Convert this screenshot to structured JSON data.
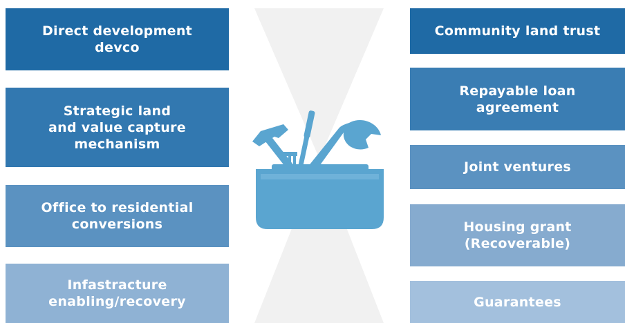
{
  "left_boxes": [
    {
      "label": "Direct development\ndevco"
    },
    {
      "label": "Strategic land\nand value capture\nmechanism"
    },
    {
      "label": "Office to residential\nconversions"
    },
    {
      "label": "Infastracture\nenabling/recovery"
    }
  ],
  "right_boxes": [
    {
      "label": "Community land trust"
    },
    {
      "label": "Repayable loan\nagreement"
    },
    {
      "label": "Joint ventures"
    },
    {
      "label": "Housing grant\n(Recoverable)"
    },
    {
      "label": "Guarantees"
    }
  ],
  "center_icon": {
    "name": "toolbox-icon",
    "color": "#5aa5d0"
  },
  "colors": {
    "hourglass": "#f1f1f1"
  }
}
